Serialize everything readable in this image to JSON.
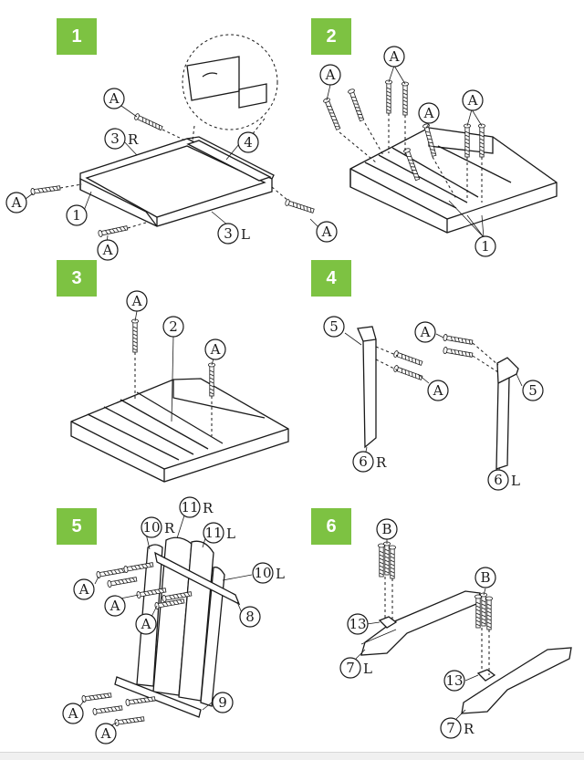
{
  "steps": [
    {
      "number": "1",
      "labels": {
        "a1": "A",
        "a2": "A",
        "a3": "A",
        "a4": "A",
        "p3r": "3",
        "p3r_suffix": "R",
        "p4": "4",
        "p1": "1",
        "p3l": "3",
        "p3l_suffix": "L"
      }
    },
    {
      "number": "2",
      "labels": {
        "a1": "A",
        "a2": "A",
        "a3": "A",
        "a4": "A",
        "p1": "1"
      }
    },
    {
      "number": "3",
      "labels": {
        "a1": "A",
        "a2": "A",
        "p2": "2"
      }
    },
    {
      "number": "4",
      "labels": {
        "p5a": "5",
        "p5b": "5",
        "a1": "A",
        "a2": "A",
        "p6r": "6",
        "p6r_suffix": "R",
        "p6l": "6",
        "p6l_suffix": "L"
      }
    },
    {
      "number": "5",
      "labels": {
        "p11r": "11",
        "p11r_suffix": "R",
        "p10r": "10",
        "p10r_suffix": "R",
        "p11l": "11",
        "p11l_suffix": "L",
        "p10l": "10",
        "p10l_suffix": "L",
        "p8": "8",
        "p9": "9",
        "a1": "A",
        "a2": "A",
        "a3": "A",
        "a4": "A",
        "a5": "A"
      }
    },
    {
      "number": "6",
      "labels": {
        "b1": "B",
        "b2": "B",
        "p13a": "13",
        "p13b": "13",
        "p7l": "7",
        "p7l_suffix": "L",
        "p7r": "7",
        "p7r_suffix": "R"
      }
    }
  ],
  "colors": {
    "badge": "#7dc242",
    "line": "#1a1a1a"
  }
}
